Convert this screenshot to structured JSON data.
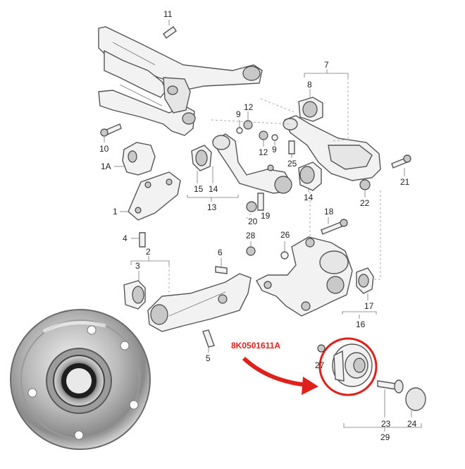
{
  "part_number": "8K0501611A",
  "colors": {
    "highlight": "#e0201a",
    "line": "#555555",
    "part_fill": "#f2f2f2"
  },
  "labels": {
    "l11": "11",
    "l10": "10",
    "l1A": "1A",
    "l1": "1",
    "l4": "4",
    "l2": "2",
    "l3": "3",
    "l5": "5",
    "l6": "6",
    "l12a": "12",
    "l9a": "9",
    "l12b": "12",
    "l9b": "9",
    "l25": "25",
    "l15": "15",
    "l14a": "14",
    "l13": "13",
    "l14b": "14",
    "l7": "7",
    "l8": "8",
    "l21": "21",
    "l22": "22",
    "l20": "20",
    "l19": "19",
    "l18": "18",
    "l28": "28",
    "l26": "26",
    "l17": "17",
    "l16": "16",
    "l27": "27",
    "l23": "23",
    "l24": "24",
    "l29": "29"
  }
}
